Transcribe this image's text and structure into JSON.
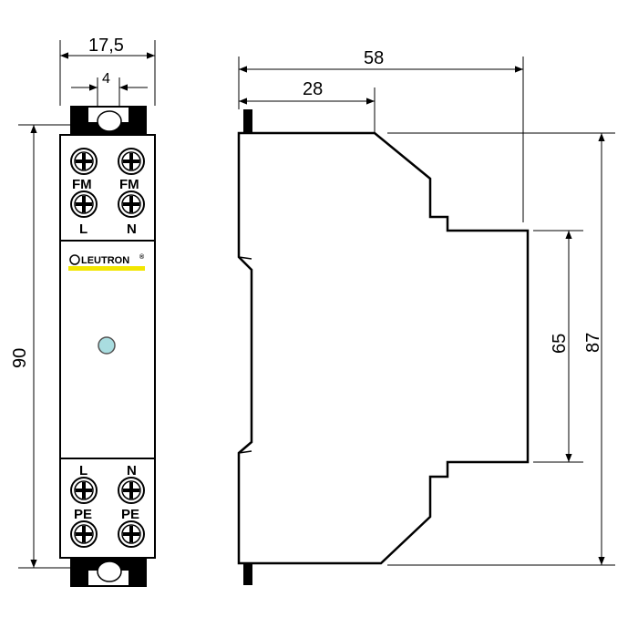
{
  "dimensions": {
    "front_width": "17,5",
    "rail_width": "4",
    "front_height": "90",
    "side_depth": "58",
    "side_step": "28",
    "side_height": "87",
    "side_inner_height": "65"
  },
  "terminals": {
    "top_left_label": "FM",
    "top_right_label": "FM",
    "top_left_sub": "L",
    "top_right_sub": "N",
    "bottom_left_top": "L",
    "bottom_right_top": "N",
    "bottom_left_label": "PE",
    "bottom_right_label": "PE"
  },
  "brand": {
    "logo_text": "LEUTRON",
    "logo_mark": "®"
  },
  "colors": {
    "indicator_led": "#a9dde0",
    "brand_stripe": "#f2e600",
    "clip": "#000000"
  }
}
